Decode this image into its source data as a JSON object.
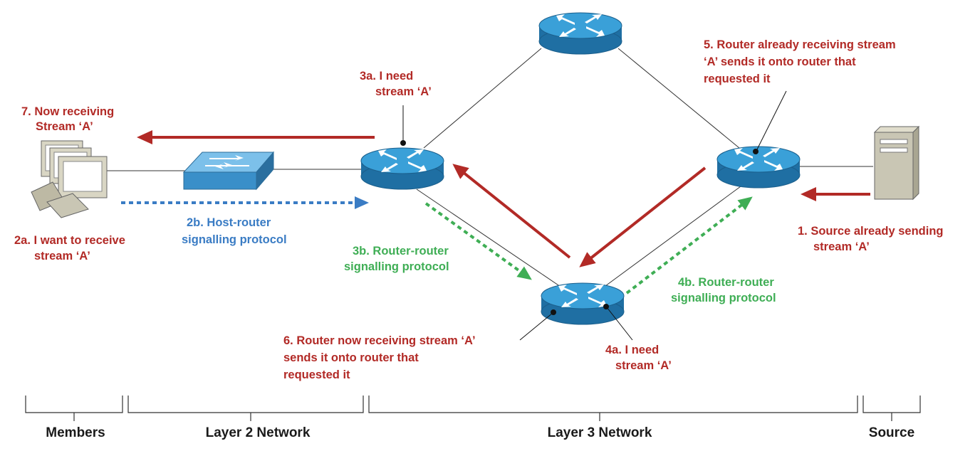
{
  "labels": {
    "step1": [
      "1. Source already sending",
      "stream ‘A’"
    ],
    "step2a": [
      "2a. I want to receive",
      "stream ‘A’"
    ],
    "step2b": [
      "2b. Host-router",
      "signalling protocol"
    ],
    "step3a": [
      "3a. I need",
      "stream ‘A’"
    ],
    "step3b": [
      "3b. Router-router",
      "signalling protocol"
    ],
    "step4a": [
      "4a. I need",
      "stream ‘A’"
    ],
    "step4b": [
      "4b. Router-router",
      "signalling protocol"
    ],
    "step5": [
      "5. Router already receiving stream",
      "‘A’ sends it onto router that",
      "requested it"
    ],
    "step6": [
      "6. Router now receiving stream ‘A’",
      "sends it onto router that",
      "requested it"
    ],
    "step7": [
      "7. Now receiving",
      "Stream ‘A’"
    ]
  },
  "zones": {
    "members": "Members",
    "layer2": "Layer 2 Network",
    "layer3": "Layer 3 Network",
    "source": "Source"
  },
  "colors": {
    "data_flow": "#b22a26",
    "router_signalling": "#3fae55",
    "host_signalling": "#3a7cc4",
    "router_fill": "#2f8fc6",
    "switch_fill": "#4aa3dc",
    "server_fill": "#c9c6b4"
  },
  "icons": {
    "members": "workstations-icon",
    "switch": "switch-icon",
    "routers": "router-icon",
    "source": "server-icon"
  }
}
